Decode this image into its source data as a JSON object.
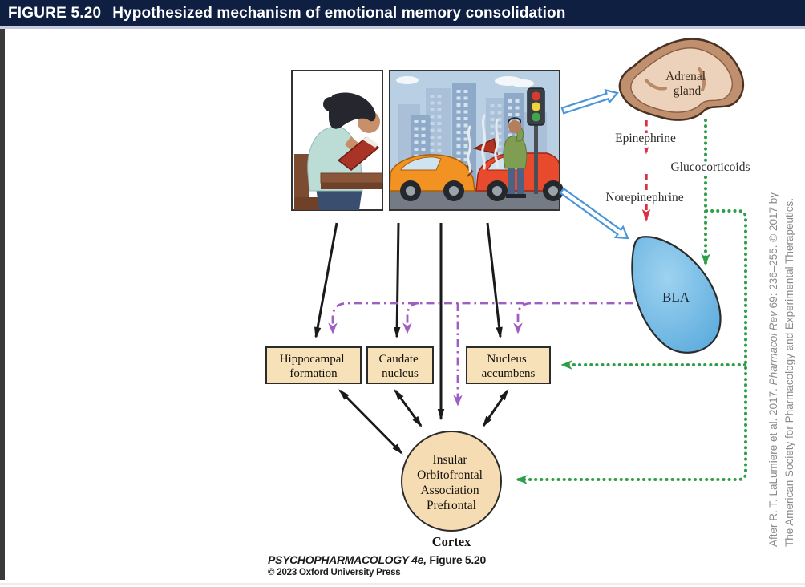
{
  "header": {
    "figure_label": "FIGURE 5.20",
    "title": "Hypothesized mechanism of emotional memory consolidation"
  },
  "diagram": {
    "adrenal_gland": {
      "line1": "Adrenal",
      "line2": "gland"
    },
    "hormones": {
      "epinephrine": "Epinephrine",
      "glucocorticoids": "Glucocorticoids",
      "norepinephrine": "Norepinephrine"
    },
    "bla": "BLA",
    "regions": {
      "hippocampal": {
        "line1": "Hippocampal",
        "line2": "formation"
      },
      "caudate": {
        "line1": "Caudate",
        "line2": "nucleus"
      },
      "accumbens": {
        "line1": "Nucleus",
        "line2": "accumbens"
      }
    },
    "cortex": {
      "line1": "Insular",
      "line2": "Orbitofrontal",
      "line3": "Association",
      "line4": "Prefrontal",
      "caption": "Cortex"
    },
    "colors": {
      "header_bg": "#0e1f41",
      "arrow_black": "#1a1a1a",
      "arrow_purple": "#a05ec2",
      "arrow_green": "#2f9e49",
      "arrow_red": "#dc2f45",
      "arrow_blue": "#4a96d8",
      "box_fill": "#f7e1b8",
      "outline": "#2b2b2b",
      "circle_fill": "#f5dcb3",
      "bla_fill": "#6fbbe8",
      "adrenal_outer": "#c0906e",
      "adrenal_inner": "#ecd2ba",
      "credit_gray": "#8b8b8b"
    }
  },
  "footer": {
    "book_title": "PSYCHOPHARMACOLOGY 4e,",
    "figure_ref": " Figure 5.20",
    "copyright": "© 2023 Oxford University Press"
  },
  "source_credit": {
    "part1": "After R. T. LaLumiere et al. 2017. ",
    "journal": "Pharmacol Rev",
    "part2": " 69: 236–255. © 2017 by",
    "line2": "The American Society for Pharmacology and Experimental Therapeutics."
  }
}
